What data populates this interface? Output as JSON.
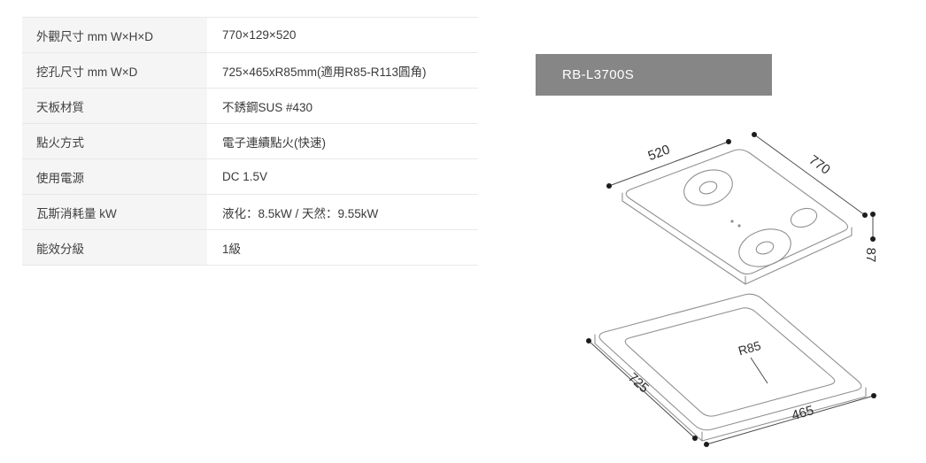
{
  "colors": {
    "header_bg": "#868686",
    "table_label_bg": "#f5f5f5",
    "table_border": "#e8e8e8",
    "text": "#3f3f3f",
    "line_art": "#909090"
  },
  "spec_table": {
    "rows": [
      {
        "label": "外觀尺寸 mm W×H×D",
        "value": "770×129×520"
      },
      {
        "label": "挖孔尺寸 mm W×D",
        "value": "725×465xR85mm(適用R85-R113圓角)"
      },
      {
        "label": "天板材質",
        "value": "不銹鋼SUS #430"
      },
      {
        "label": "點火方式",
        "value": "電子連續點火(快速)"
      },
      {
        "label": "使用電源",
        "value": "DC 1.5V"
      },
      {
        "label": "瓦斯消耗量 kW",
        "value": "液化：8.5kW / 天然：9.55kW"
      },
      {
        "label": "能效分級",
        "value": "1級"
      }
    ]
  },
  "product_header": {
    "model": "RB-L3700S"
  },
  "diagram": {
    "labels": {
      "depth": "520",
      "width": "770",
      "height": "87",
      "cutout_width": "725",
      "cutout_depth": "465",
      "radius": "R85"
    }
  }
}
